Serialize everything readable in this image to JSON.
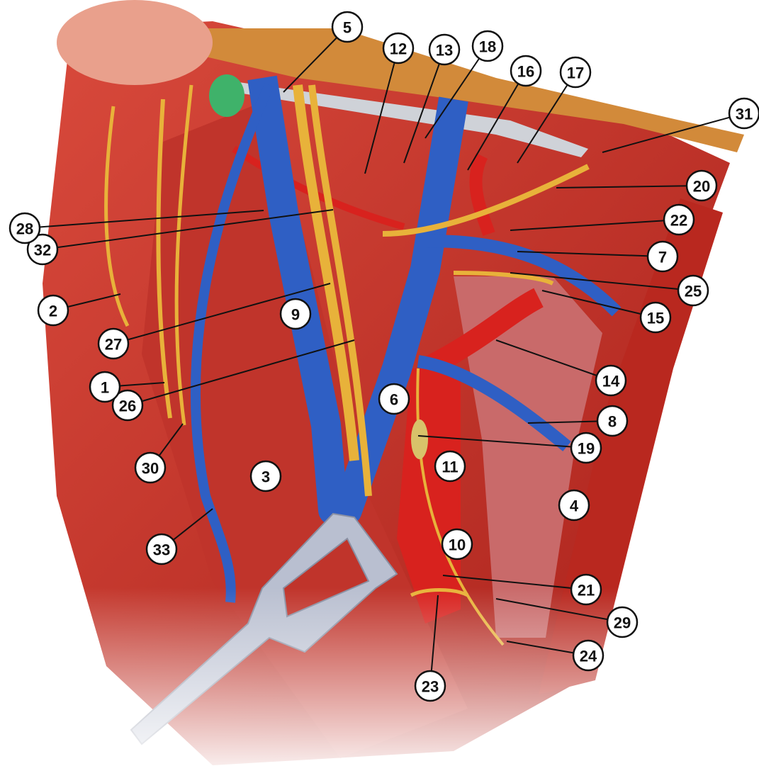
{
  "figure": {
    "labels": [
      "5",
      "12",
      "13",
      "18",
      "16",
      "17",
      "31",
      "20",
      "22",
      "7",
      "25",
      "15",
      "14",
      "8",
      "19",
      "4",
      "21",
      "29",
      "24",
      "23",
      "10",
      "11",
      "6",
      "3",
      "33",
      "30",
      "26",
      "1",
      "27",
      "2",
      "9",
      "32",
      "28"
    ]
  },
  "colors": {
    "muscle": "#c8312b",
    "muscle_dark": "#8e1a16",
    "vein": "#2f5fc4",
    "artery": "#d8221e",
    "nerve": "#e8b23a",
    "retractor": "#b9bfd0",
    "gland": "#c96a6a",
    "fat": "#e0a34a",
    "node": "#3fb26a"
  }
}
